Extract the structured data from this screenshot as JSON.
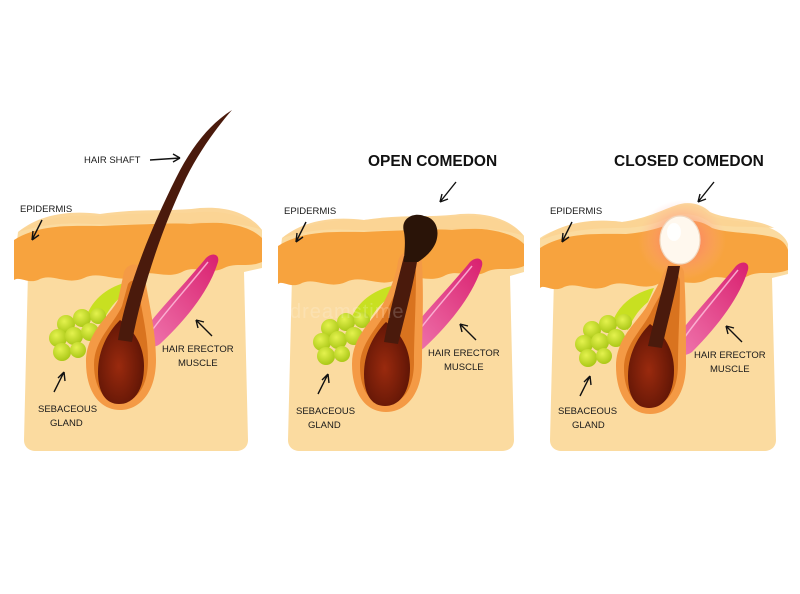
{
  "panels": [
    {
      "title": "",
      "labels": {
        "hair_shaft": "HAIR SHAFT",
        "epidermis": "EPIDERMIS",
        "muscle_line1": "HAIR ERECTOR",
        "muscle_line2": "MUSCLE",
        "gland_line1": "SEBACEOUS",
        "gland_line2": "GLAND"
      }
    },
    {
      "title": "OPEN COMEDON",
      "labels": {
        "epidermis": "EPIDERMIS",
        "muscle_line1": "HAIR ERECTOR",
        "muscle_line2": "MUSCLE",
        "gland_line1": "SEBACEOUS",
        "gland_line2": "GLAND"
      }
    },
    {
      "title": "CLOSED COMEDON",
      "labels": {
        "epidermis": "EPIDERMIS",
        "muscle_line1": "HAIR ERECTOR",
        "muscle_line2": "MUSCLE",
        "gland_line1": "SEBACEOUS",
        "gland_line2": "GLAND"
      }
    }
  ],
  "watermark": "dreamstime",
  "colors": {
    "dermis": "#fbdba0",
    "dermis_shade": "#f3c98a",
    "epidermis": "#f7a33e",
    "skin_top": "#fbd493",
    "follicle_outer": "#f49a45",
    "follicle_inner": "#d9731f",
    "hair_bulb": "#7a1c08",
    "hair_shaft": "#4a1a0c",
    "muscle": "#e8408a",
    "muscle_light": "#f48cbd",
    "gland": "#c8e021",
    "gland_dark": "#9cba12",
    "comedon_open": "#2a1408",
    "comedon_closed": "#fff8ee",
    "inflammation": "#ff8080"
  }
}
